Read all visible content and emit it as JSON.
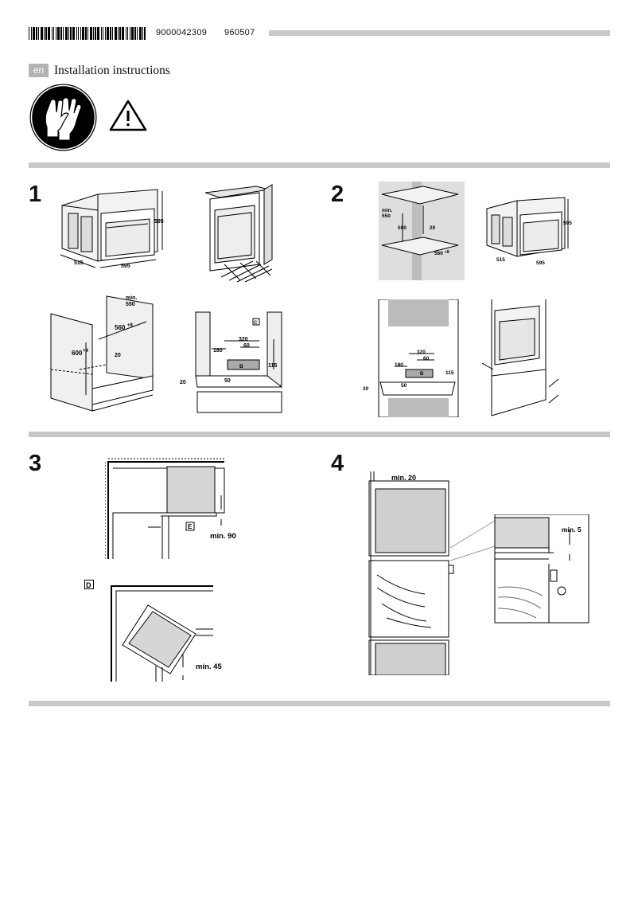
{
  "header": {
    "doc_number": "9000042309",
    "date_code": "960507",
    "lang": "en",
    "title": "Installation instructions"
  },
  "icons": [
    "gloves-icon",
    "warning-icon"
  ],
  "steps": [
    {
      "number": "1",
      "labels": {
        "oven_h": "595",
        "oven_d": "515",
        "oven_w": "595",
        "cab_min": "min.",
        "cab_min_val": "550",
        "cab_w": "560",
        "cab_w_tol": "+8",
        "cab_h": "600",
        "cab_h_tol": "+4",
        "cab_gap": "20",
        "vent_320": "320",
        "vent_60": "60",
        "vent_180": "180",
        "vent_115": "115",
        "vent_20": "20",
        "vent_50": "50",
        "marker_b": "B",
        "marker_c": "C"
      }
    },
    {
      "number": "2",
      "labels": {
        "tall_min": "min.",
        "tall_min_val": "550",
        "tall_h": "590",
        "tall_gap": "20",
        "tall_w": "560",
        "tall_w_tol": "+8",
        "oven_h": "595",
        "oven_d": "515",
        "oven_w": "595",
        "vent_320": "320",
        "vent_60": "60",
        "vent_180": "180",
        "vent_115": "115",
        "vent_20": "20",
        "vent_50": "50",
        "marker_b": "B"
      }
    },
    {
      "number": "3",
      "labels": {
        "marker_e": "E",
        "min90": "min. 90",
        "marker_d": "D",
        "min45": "min. 45"
      }
    },
    {
      "number": "4",
      "labels": {
        "min20": "min. 20",
        "min5": "min. 5"
      }
    }
  ]
}
